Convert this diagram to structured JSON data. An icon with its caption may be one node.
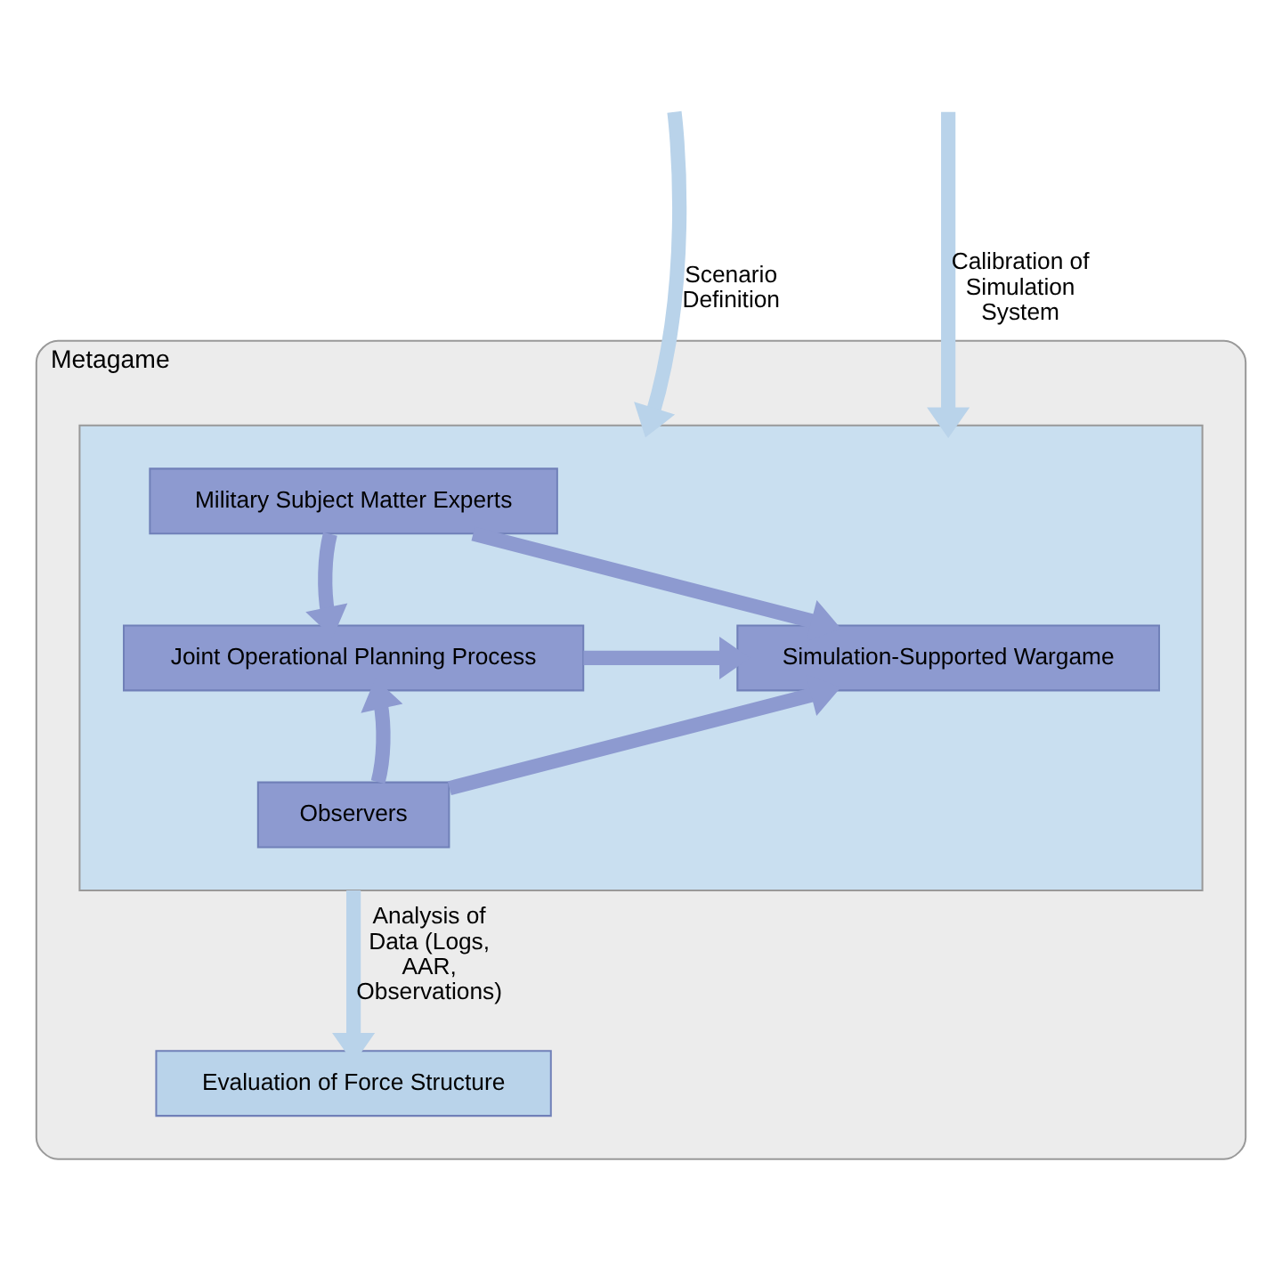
{
  "diagram": {
    "nodes": [
      {
        "text": [
          "Metagame"
        ]
      },
      {
        "text": [],
        "shape": "box",
        "in": 0
      },
      {
        "text": [
          "Military Subject Matter Experts"
        ],
        "in": 1
      },
      {
        "text": [
          "Joint Operational Planning Process"
        ],
        "in": 1
      },
      {
        "text": [
          "Simulation-Supported Wargame"
        ],
        "in": 1
      },
      {
        "text": [
          "Observers"
        ],
        "in": 1
      },
      {
        "text": [
          "Evaluation of Force Structure"
        ],
        "in": 0
      }
    ],
    "edges": [
      {
        "from": null,
        "to": 1,
        "arrow": "to",
        "label": "Scenario Definition",
        "color": "#b9d3ea"
      },
      {
        "from": null,
        "to": 1,
        "arrow": "to",
        "label": "Calibration of Simulation System",
        "color": "#b9d3ea"
      },
      {
        "from": 2,
        "to": 3,
        "arrow": "to"
      },
      {
        "from": 2,
        "to": 4,
        "arrow": "to"
      },
      {
        "from": 3,
        "to": 4,
        "arrow": "to"
      },
      {
        "from": 5,
        "to": 3,
        "arrow": "to"
      },
      {
        "from": 5,
        "to": 4,
        "arrow": "to"
      },
      {
        "from": 1,
        "to": 6,
        "arrow": "to",
        "label": "Analysis of Data (Logs, AAR, Observations)",
        "color": "#b9d3ea"
      }
    ]
  }
}
